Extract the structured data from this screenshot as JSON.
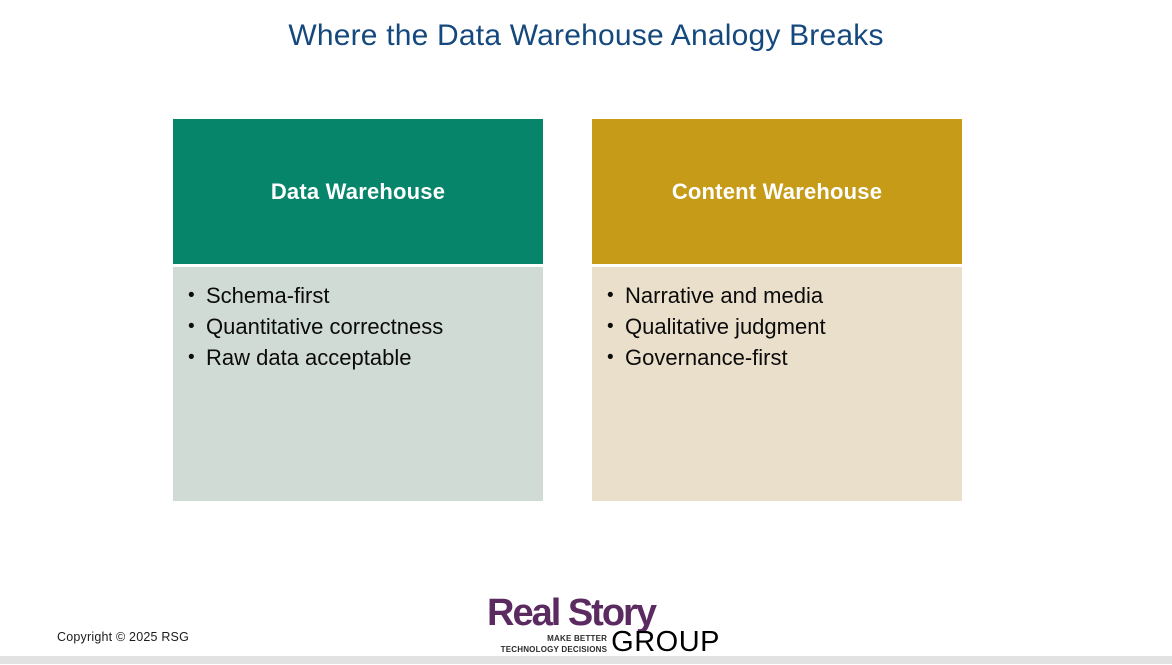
{
  "slide": {
    "title": "Where the Data Warehouse Analogy Breaks",
    "title_color": "#15497e",
    "columns": [
      {
        "header": "Data Warehouse",
        "header_color": "#07856a",
        "body_color": "#d0dbd5",
        "bullets": [
          "Schema-first",
          "Quantitative correctness",
          "Raw data acceptable"
        ]
      },
      {
        "header": "Content Warehouse",
        "header_color": "#c59b18",
        "body_color": "#eadfcb",
        "bullets": [
          "Narrative and media",
          "Qualitative judgment",
          "Governance-first"
        ]
      }
    ]
  },
  "footer": {
    "copyright": "Copyright © 2025 RSG"
  },
  "logo": {
    "brand_name": "Real Story",
    "brand_color": "#5b2a60",
    "tagline_line1": "MAKE BETTER",
    "tagline_line2": "TECHNOLOGY DECISIONS",
    "group_word": "GROUP"
  }
}
